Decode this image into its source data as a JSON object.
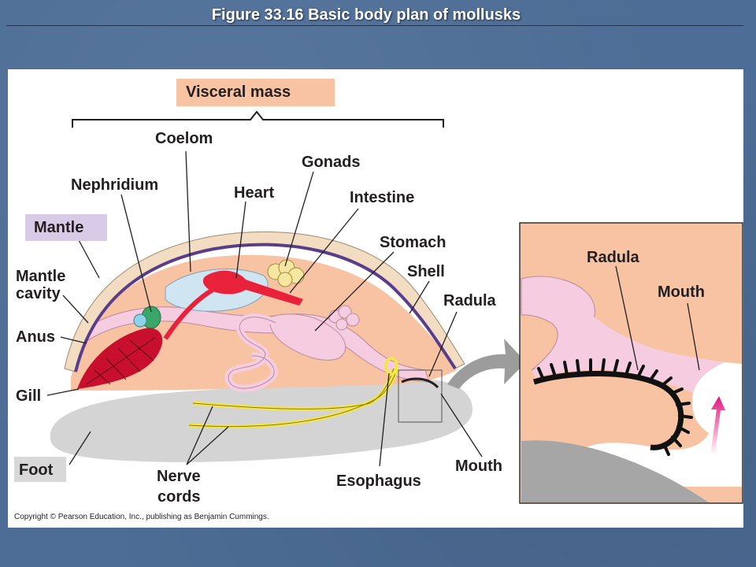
{
  "title": "Figure 33.16  Basic body plan of mollusks",
  "labels": {
    "visceral_mass": "Visceral mass",
    "coelom": "Coelom",
    "gonads": "Gonads",
    "nephridium": "Nephridium",
    "heart": "Heart",
    "intestine": "Intestine",
    "mantle": "Mantle",
    "stomach": "Stomach",
    "mantle_cavity_1": "Mantle",
    "mantle_cavity_2": "cavity",
    "shell": "Shell",
    "radula": "Radula",
    "anus": "Anus",
    "gill": "Gill",
    "foot": "Foot",
    "nerve_cords_1": "Nerve",
    "nerve_cords_2": "cords",
    "esophagus": "Esophagus",
    "mouth": "Mouth",
    "inset_radula": "Radula",
    "inset_mouth": "Mouth"
  },
  "copyright": "Copyright © Pearson Education, Inc., publishing as Benjamin Cummings.",
  "colors": {
    "background": "#4d6d96",
    "visceral_mass_box": "#f7c3a2",
    "mantle_box": "#d9cbe8",
    "foot_box": "#d8d8d8",
    "shell": "#f2dcc2",
    "body": "#f7c3a2",
    "gut": "#f6cde0",
    "gill": "#c8102e",
    "heart": "#e8223a",
    "nerve": "#f4e64a",
    "coelom": "#cfe6f2",
    "foot": "#d4d4d4"
  }
}
